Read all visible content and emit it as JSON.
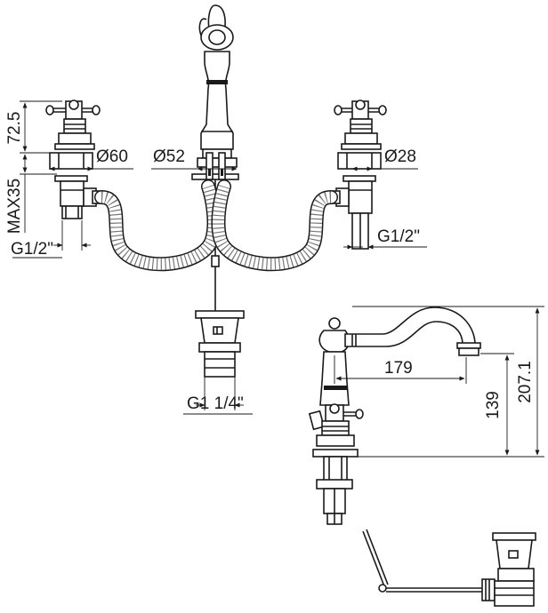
{
  "dimensions": {
    "d1": "72.5",
    "d2": "MAX35",
    "d3": "G1/2\"",
    "d4": "Ø60",
    "d5": "Ø52",
    "d6": "Ø28",
    "d7": "G1/2\"",
    "d8": "G1 1/4\"",
    "d9": "179",
    "d10": "139",
    "d11": "207.1"
  }
}
